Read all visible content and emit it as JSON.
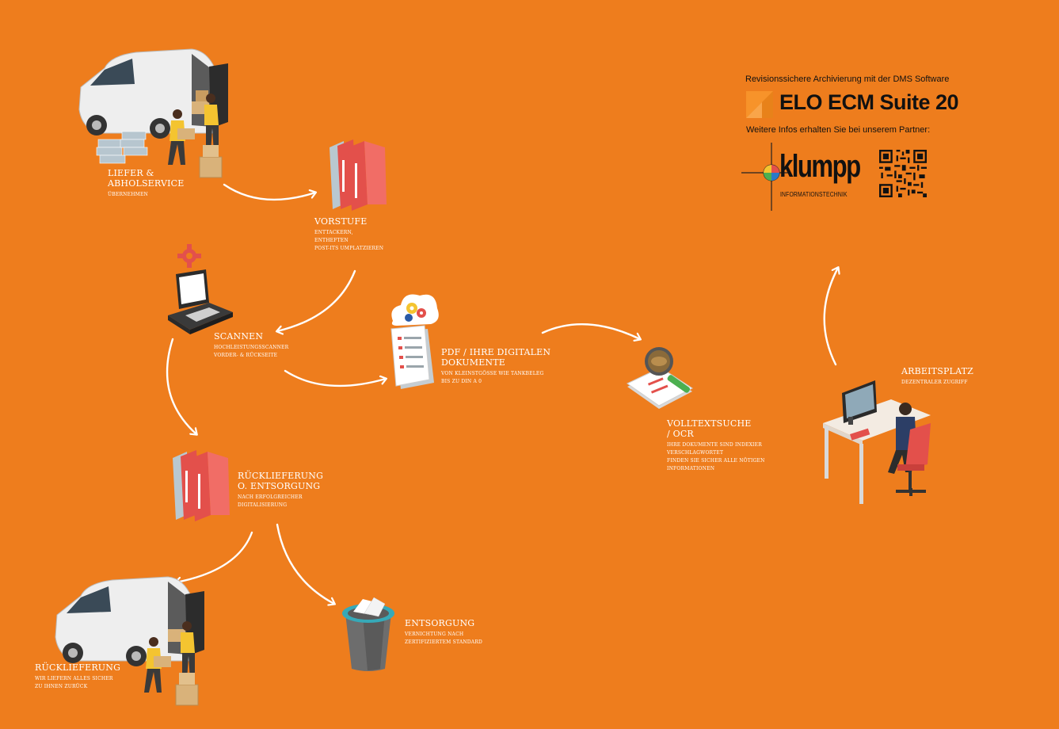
{
  "colors": {
    "background": "#ee7d1d",
    "arrow": "#ffffff",
    "book_red": "#e3504b",
    "van": "#eeeeee",
    "worker_shirt": "#f4c430"
  },
  "steps": {
    "liefer": {
      "title": [
        "LIEFER &",
        "ABHOLSERVICE"
      ],
      "sub": [
        "ÜBERNEHMEN"
      ]
    },
    "vorstufe": {
      "title": [
        "VORSTUFE"
      ],
      "sub": [
        "ENTTACKERN,",
        "ENTHEFTEN",
        "POST-ITS UMPLATZIEREN"
      ]
    },
    "scannen": {
      "title": [
        "SCANNEN"
      ],
      "sub": [
        "HOCHLEISTUNGSSCANNER",
        "VORDER- & RÜCKSEITE"
      ]
    },
    "pdf": {
      "title": [
        "PDF / IHRE DIGITALEN",
        "DOKUMENTE"
      ],
      "sub": [
        "VON KLEINSTGÖSSE WIE TANKBELEG",
        "BIS ZU DIN A 0"
      ]
    },
    "volltext": {
      "title": [
        "VOLLTEXTSUCHE",
        "/ OCR"
      ],
      "sub": [
        "IHRE DOKUMENTE SIND INDEXIER",
        "VERSCHLAGWORTET",
        "FINDEN SIE SICHER ALLE NÖTIGEN",
        "INFORMATIONEN"
      ]
    },
    "arbeitsplatz": {
      "title": [
        "ARBEITSPLATZ"
      ],
      "sub": [
        "DEZENTRALER ZUGRIFF"
      ]
    },
    "ruecklieferung_entsorgung": {
      "title": [
        "RÜCKLIEFERUNG",
        "O. ENTSORGUNG"
      ],
      "sub": [
        "NACH ERFOLGREICHER",
        "DIGITALISIERUNG"
      ]
    },
    "ruecklieferung": {
      "title": [
        "RÜCKLIEFERUNG"
      ],
      "sub": [
        "WIR LIEFERN ALLES SICHER",
        "ZU IHNEN ZURÜCK"
      ]
    },
    "entsorgung": {
      "title": [
        "ENTSORGUNG"
      ],
      "sub": [
        "VERNICHTUNG NACH",
        "ZERTIFIZIERTEM STANDARD"
      ]
    }
  },
  "brand": {
    "headline": "Revisionssichere Archivierung mit der DMS Software",
    "product": "ELO ECM Suite 20",
    "partner_line": "Weitere Infos erhalten Sie bei unserem Partner:",
    "partner_name": "klumpp",
    "partner_sub": "INFORMATIONSTECHNIK"
  },
  "icons": [
    "van-icon",
    "books-icon",
    "laptop-scanner-icon",
    "gear-icon",
    "document-cloud-icon",
    "magnifier-document-icon",
    "workstation-icon",
    "trash-bin-icon",
    "qr-code-icon",
    "elo-logo-icon",
    "klumpp-logo-icon"
  ]
}
